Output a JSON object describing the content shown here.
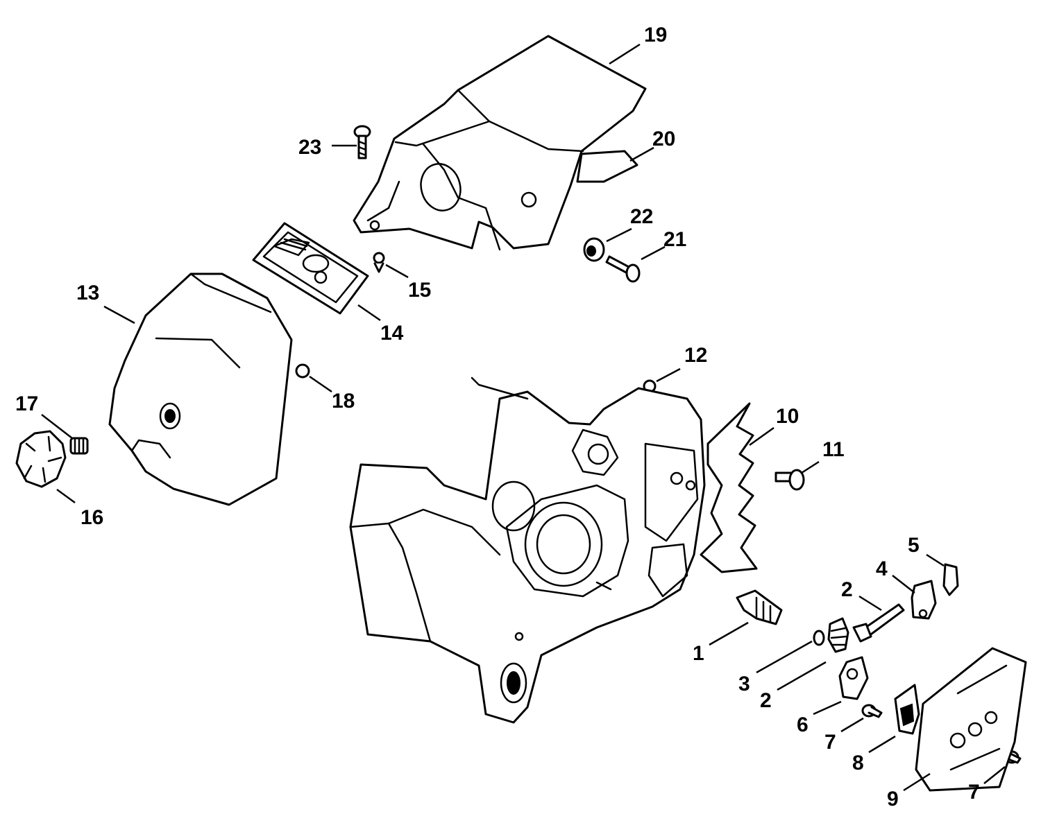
{
  "callouts": [
    {
      "label": "19"
    },
    {
      "label": "20"
    },
    {
      "label": "23"
    },
    {
      "label": "22"
    },
    {
      "label": "21"
    },
    {
      "label": "15"
    },
    {
      "label": "14"
    },
    {
      "label": "13"
    },
    {
      "label": "12"
    },
    {
      "label": "18"
    },
    {
      "label": "17"
    },
    {
      "label": "16"
    },
    {
      "label": "10"
    },
    {
      "label": "11"
    },
    {
      "label": "5"
    },
    {
      "label": "4"
    },
    {
      "label": "2"
    },
    {
      "label": "1"
    },
    {
      "label": "3"
    },
    {
      "label": "2"
    },
    {
      "label": "6"
    },
    {
      "label": "7"
    },
    {
      "label": "8"
    },
    {
      "label": "9"
    },
    {
      "label": "7"
    }
  ],
  "colors": {
    "line": "#000000",
    "background": "#ffffff"
  }
}
